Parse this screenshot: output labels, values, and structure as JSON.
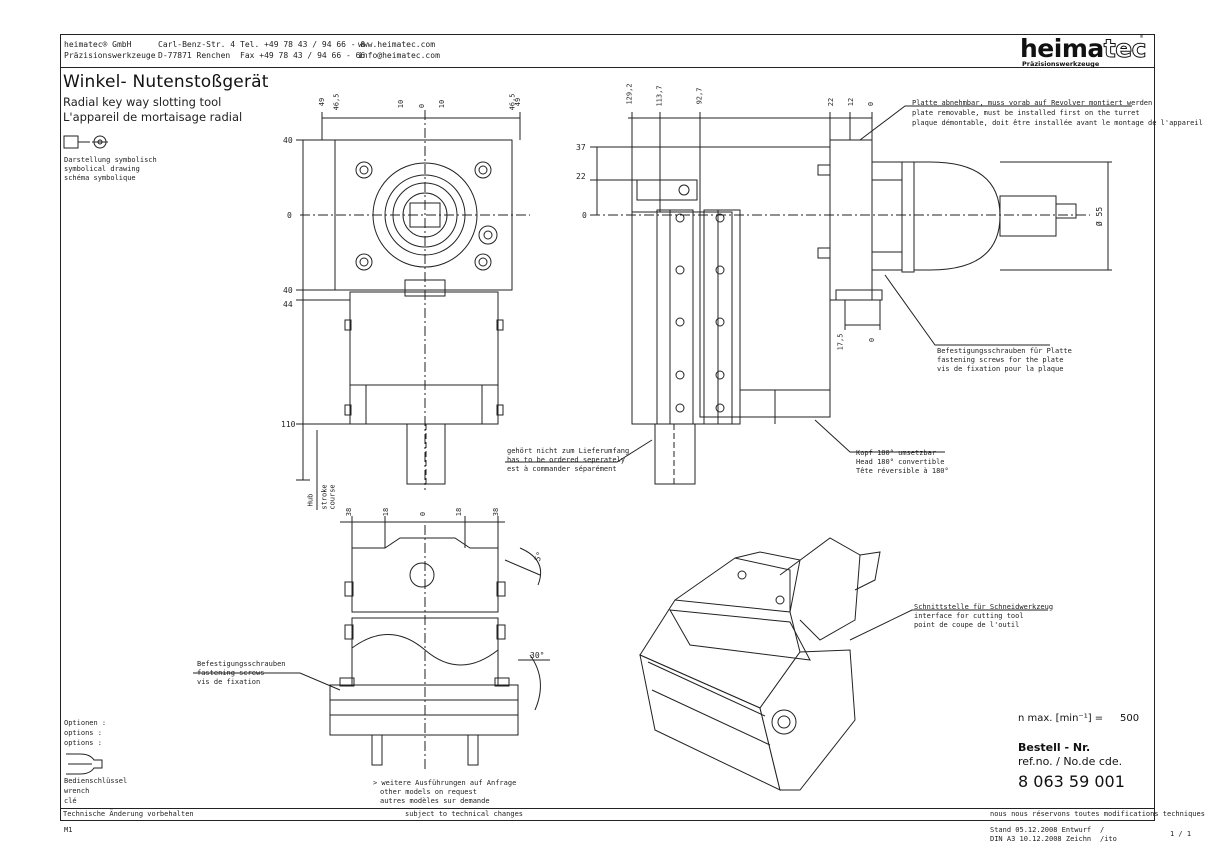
{
  "header": {
    "company": [
      "heimatec® GmbH",
      "Präzisionswerkzeuge"
    ],
    "address": [
      "Carl-Benz-Str. 4",
      "D-77871 Renchen"
    ],
    "phone": [
      "Tel. +49 78 43 / 94 66 - 0",
      "Fax +49 78 43 / 94 66 - 66"
    ],
    "web": [
      "www.heimatec.com",
      "info@heimatec.com"
    ]
  },
  "logo": {
    "word_bold": "heima",
    "word_outline": "tec",
    "tagline": "Präzisionswerkzeuge",
    "mark": "®"
  },
  "title": "Winkel- Nutenstoßgerät",
  "subtitles": [
    "Radial key way slotting tool",
    "L'appareil de mortaisage radial"
  ],
  "symbolic": [
    "Darstellung symbolisch",
    "symbolical drawing",
    "schéma symbolique"
  ],
  "options": [
    "Optionen :",
    "options :",
    "options :"
  ],
  "wrench": [
    "Bedienschlüssel",
    "wrench",
    "clé"
  ],
  "icons": [
    "tool-symbol-icon",
    "wrench-icon"
  ],
  "front_view": {
    "dims_top": [
      "49",
      "46,5",
      "10",
      "0",
      "10",
      "46,5",
      "49"
    ],
    "dims_left": [
      "40",
      "0",
      "40",
      "44",
      "110"
    ],
    "stroke": [
      "Hub",
      "stroke",
      "course"
    ],
    "note": [
      "gehört nicht zum Lieferumfang",
      "has to be ordered seperately",
      "est à commander séparément"
    ]
  },
  "side_view": {
    "dims_top": [
      "129,2",
      "113,7",
      "92,7",
      "22",
      "12",
      "0"
    ],
    "dims_left": [
      "37",
      "22",
      "0"
    ],
    "dims_bottom": [
      "17,5",
      "0"
    ],
    "dia": "Ø 55",
    "plate_note": [
      "Platte abnehmbar, muss vorab auf Revolver montiert werden",
      "plate removable, must be installed first on the turret",
      "plaque démontable, doit être installée avant le montage de l'appareil"
    ],
    "screws_note": [
      "Befestigungsschrauben für Platte",
      "fastening screws for the plate",
      "vis de fixation pour la plaque"
    ],
    "head_note": [
      "Kopf 180° umsetzbar",
      "Head 180° convertible",
      "Tête réversible à 180°"
    ]
  },
  "bottom_view": {
    "dims_top": [
      "38",
      "18",
      "0",
      "18",
      "38"
    ],
    "angle_top": "5°",
    "angle_bottom": "30°",
    "screws_note": [
      "Befestigungsschrauben",
      "fastening screws",
      "vis de fixation"
    ]
  },
  "iso_view": {
    "interface_note": [
      "Schnittstelle für Schneidwerkzeug",
      "interface for cutting tool",
      "point de coupe de l'outil"
    ]
  },
  "more_models": [
    "> weitere Ausführungen auf Anfrage",
    "other models on request",
    "autres modèles sur demande"
  ],
  "specs": {
    "n_max_label": "n  max.  [min⁻¹] =",
    "n_max_value": "500"
  },
  "order": {
    "label": "Bestell - Nr.",
    "sub": "ref.no. / No.de cde.",
    "number": "8 063 59 001"
  },
  "footer": {
    "left": "Technische Änderung vorbehalten",
    "mid": "subject to technical changes",
    "right": "nous nous réservons toutes modifications techniques",
    "scale": "M1",
    "stamp": [
      "Stand 05.12.2008  Entwurf",
      "DIN A3 10.12.2008  Zeichn"
    ],
    "stamp_sig": [
      "/",
      "/ito"
    ],
    "page": "1 / 1"
  },
  "colors": {
    "line": "#222222",
    "background": "#ffffff"
  }
}
